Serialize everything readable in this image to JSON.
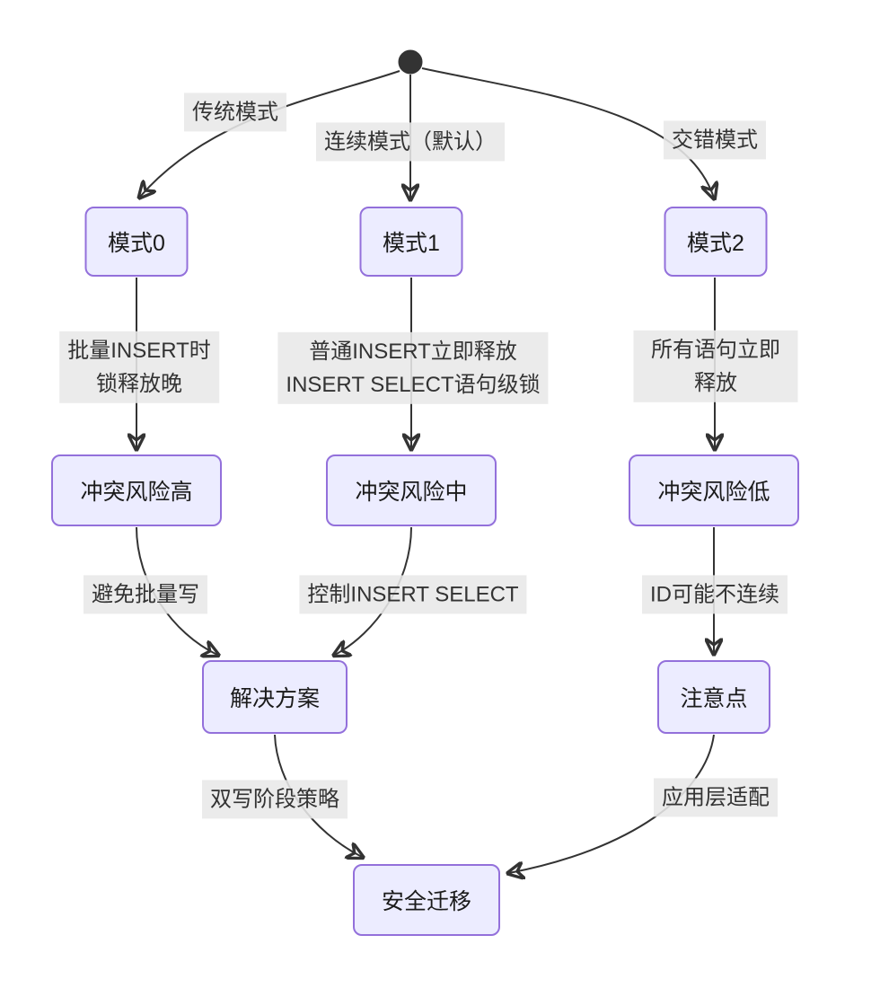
{
  "diagram": {
    "type": "state-flowchart",
    "colors": {
      "node_fill": "#ECECFF",
      "node_border": "#9370DB",
      "edge_color": "#333333",
      "text_color": "#1a1a1a"
    },
    "nodes": [
      {
        "id": "start",
        "label": ""
      },
      {
        "id": "mode0",
        "label": "模式0"
      },
      {
        "id": "mode1",
        "label": "模式1"
      },
      {
        "id": "mode2",
        "label": "模式2"
      },
      {
        "id": "risk-high",
        "label": "冲突风险高"
      },
      {
        "id": "risk-mid",
        "label": "冲突风险中"
      },
      {
        "id": "risk-low",
        "label": "冲突风险低"
      },
      {
        "id": "solution",
        "label": "解决方案"
      },
      {
        "id": "notes",
        "label": "注意点"
      },
      {
        "id": "safe-migration",
        "label": "安全迁移"
      }
    ],
    "edges": [
      {
        "from": "start",
        "to": "mode0",
        "label": "传统模式"
      },
      {
        "from": "start",
        "to": "mode1",
        "label": "连续模式（默认）"
      },
      {
        "from": "start",
        "to": "mode2",
        "label": "交错模式"
      },
      {
        "from": "mode0",
        "to": "risk-high",
        "label": "批量INSERT时\n锁释放晚"
      },
      {
        "from": "mode1",
        "to": "risk-mid",
        "label": "普通INSERT立即释放\nINSERT SELECT语句级锁"
      },
      {
        "from": "mode2",
        "to": "risk-low",
        "label": "所有语句立即释放"
      },
      {
        "from": "risk-high",
        "to": "solution",
        "label": "避免批量写"
      },
      {
        "from": "risk-mid",
        "to": "solution",
        "label": "控制INSERT SELECT"
      },
      {
        "from": "risk-low",
        "to": "notes",
        "label": "ID可能不连续"
      },
      {
        "from": "solution",
        "to": "safe-migration",
        "label": "双写阶段策略"
      },
      {
        "from": "notes",
        "to": "safe-migration",
        "label": "应用层适配"
      }
    ]
  }
}
